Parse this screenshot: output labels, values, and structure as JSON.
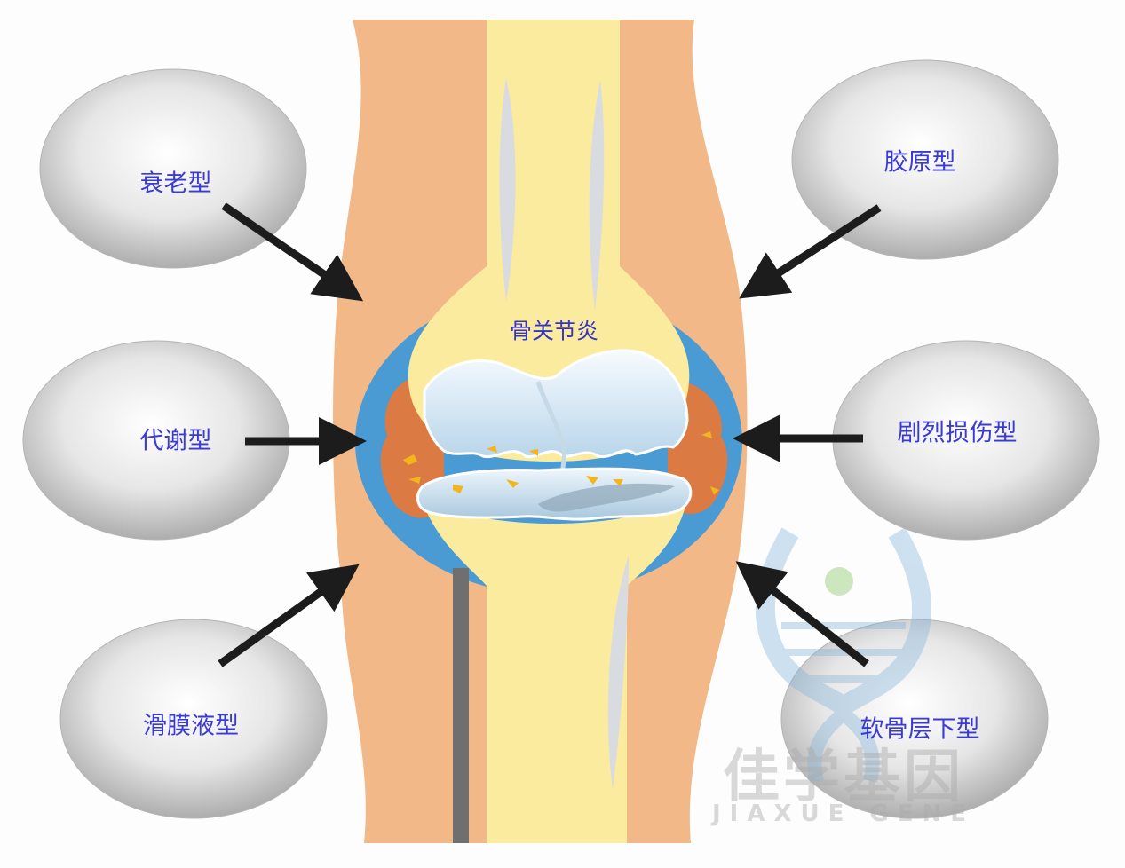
{
  "diagram": {
    "center_label": "骨关节炎",
    "types": [
      {
        "id": "aging",
        "label": "衰老型"
      },
      {
        "id": "collagen",
        "label": "胶原型"
      },
      {
        "id": "metabolic",
        "label": "代谢型"
      },
      {
        "id": "injury",
        "label": "剧烈损伤型"
      },
      {
        "id": "synovial",
        "label": "滑膜液型"
      },
      {
        "id": "subchondral",
        "label": "软骨层下型"
      }
    ]
  },
  "watermark": {
    "chinese": "佳学基因",
    "english": "JIAXUE GENE"
  },
  "colors": {
    "label_text": "#3a3ad6",
    "arrow": "#1c1c1c",
    "skin": "#f2b888",
    "bone": "#faeb9e",
    "capsule": "#4a9ad4",
    "cartilage": "#dcecf6",
    "inflammation": "#e3783a"
  }
}
